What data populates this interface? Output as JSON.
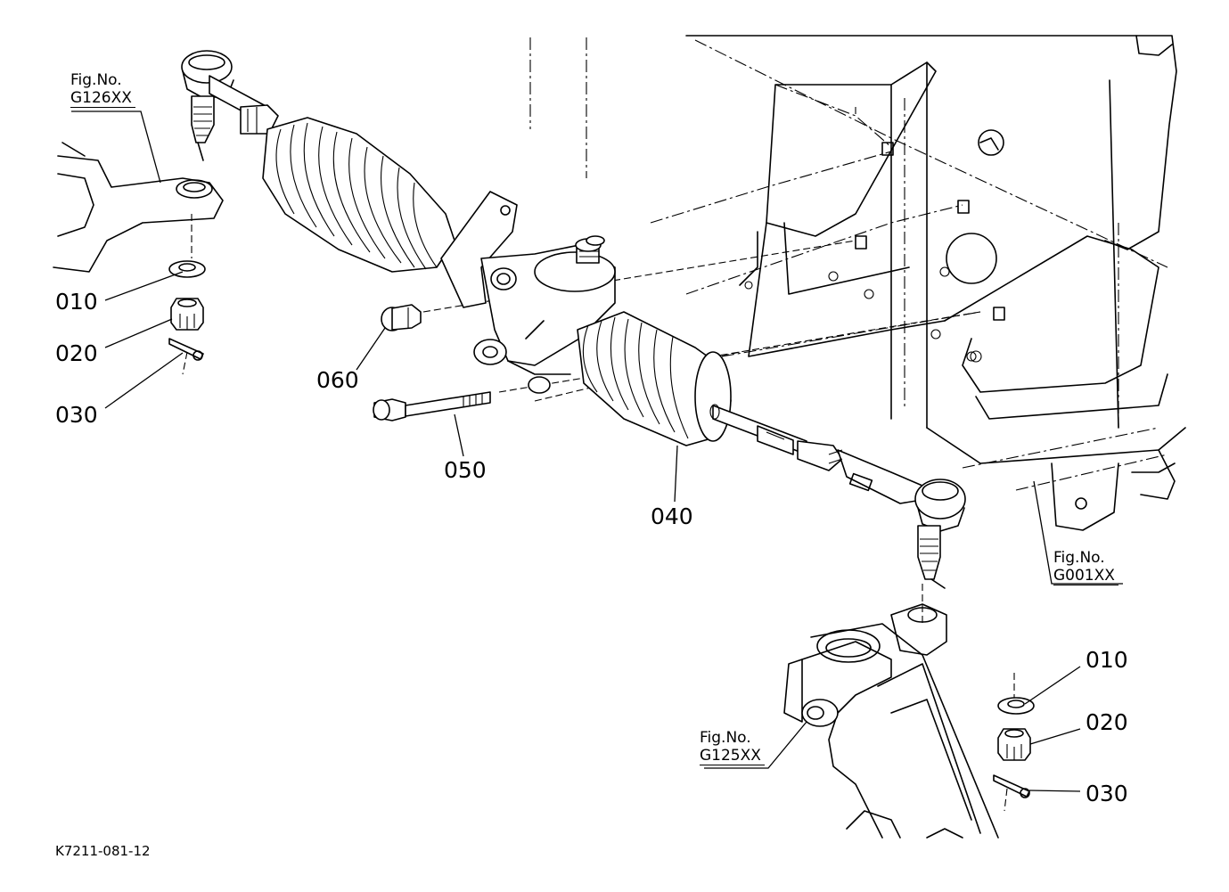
{
  "drawing": {
    "id": "K7211-081-12",
    "callouts": {
      "c010_left": "010",
      "c020_left": "020",
      "c030_left": "030",
      "c060": "060",
      "c050": "050",
      "c040": "040",
      "c010_right": "010",
      "c020_right": "020",
      "c030_right": "030"
    },
    "fig_refs": {
      "g126": {
        "label": "Fig.No.",
        "code": "G126XX"
      },
      "g001": {
        "label": "Fig.No.",
        "code": "G001XX"
      },
      "g125": {
        "label": "Fig.No.",
        "code": "G125XX"
      }
    }
  }
}
